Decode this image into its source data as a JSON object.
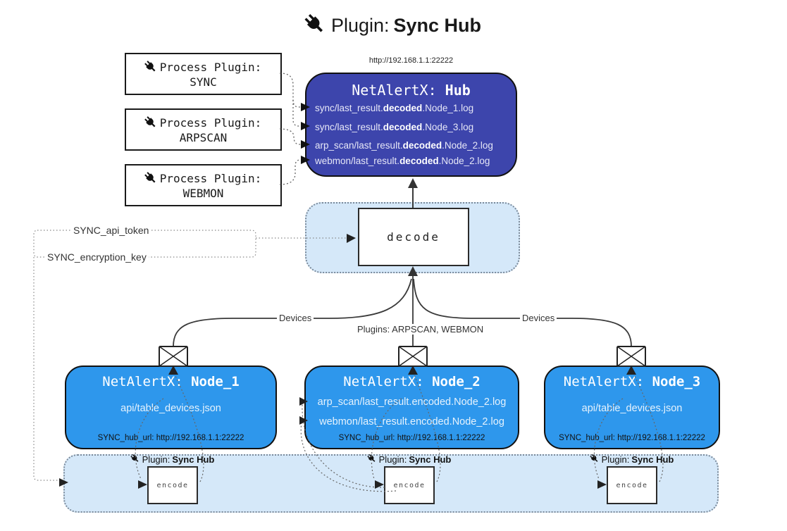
{
  "title": {
    "label": "Plugin:",
    "name": "Sync Hub"
  },
  "hub": {
    "url": "http://192.168.1.1:22222",
    "title_label": "NetAlertX:",
    "title_name": "Hub",
    "rows": [
      {
        "pre": "sync/last_result.",
        "bold": "decoded",
        "post": ".Node_1.log"
      },
      {
        "pre": "sync/last_result.",
        "bold": "decoded",
        "post": ".Node_3.log"
      },
      {
        "pre": "arp_scan/last_result.",
        "bold": "decoded",
        "post": ".Node_2.log"
      },
      {
        "pre": "webmon/last_result.",
        "bold": "decoded",
        "post": ".Node_2.log"
      }
    ]
  },
  "process_plugins": [
    {
      "label": "Process Plugin:",
      "name": "SYNC"
    },
    {
      "label": "Process Plugin:",
      "name": "ARPSCAN"
    },
    {
      "label": "Process Plugin:",
      "name": "WEBMON"
    }
  ],
  "decode_label": "decode",
  "secrets": {
    "api_token": "SYNC_api_token",
    "encryption_key": "SYNC_encryption_key"
  },
  "edge_labels": {
    "devices_left": "Devices",
    "plugins_mid": "Plugins: ARPSCAN, WEBMON",
    "devices_right": "Devices"
  },
  "nodes": [
    {
      "title_label": "NetAlertX:",
      "title_name": "Node_1",
      "files": [
        "api/table_devices.json"
      ],
      "hub_url": "SYNC_hub_url: http://192.168.1.1:22222"
    },
    {
      "title_label": "NetAlertX:",
      "title_name": "Node_2",
      "files": [
        "arp_scan/last_result.encoded.Node_2.log",
        "webmon/last_result.encoded.Node_2.log"
      ],
      "hub_url": "SYNC_hub_url: http://192.168.1.1:22222"
    },
    {
      "title_label": "NetAlertX:",
      "title_name": "Node_3",
      "files": [
        "api/table_devices.json"
      ],
      "hub_url": "SYNC_hub_url: http://192.168.1.1:22222"
    }
  ],
  "encoders": [
    {
      "label": "Plugin:",
      "name": "Sync Hub",
      "box_label": "encode"
    },
    {
      "label": "Plugin:",
      "name": "Sync Hub",
      "box_label": "encode"
    },
    {
      "label": "Plugin:",
      "name": "Sync Hub",
      "box_label": "encode"
    }
  ],
  "colors": {
    "hub_bg": "#3D45AC",
    "node_bg": "#2E97EC",
    "panel_bg": "#D5E8F9"
  }
}
